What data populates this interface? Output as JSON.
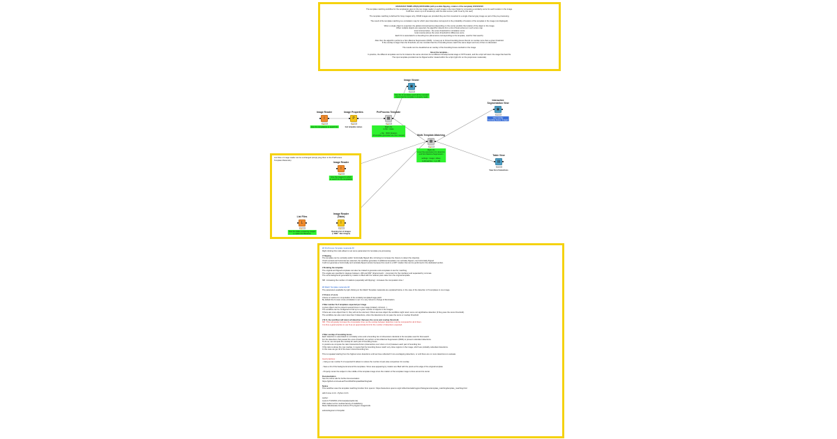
{
  "annotations": {
    "top": {
      "lines": [
        {
          "t": "########## TEMPLATE(S) MATCHING (with possible flipping, rotation of the template) ##########",
          "c": "hdr"
        },
        {
          "t": "The template matching workflow for the template(s) given in the top image reader or each image in the input folder by computing a similarity score for each location in the image."
        },
        {
          "t": "It will then return up to N location(s) with the best scores. (with N set by the user)"
        },
        {
          "t": ""
        },
        {
          "t": "The template matching is defined for Gray images only, if RGB images are provided they are first converted to a single channel gray image as part of the pre-processing."
        },
        {
          "t": ""
        },
        {
          "t": "The result of the template matching is a correlation map for which pixel intensities correspond to the probability of location of the template in the image (not displayed)."
        },
        {
          "t": ""
        },
        {
          "t": "When a single object is expected, the global minima/maxima (depending on the score) predicts the location of the object in the image."
        },
        {
          "t": "When multiple objects are expected, the algorithm detects from a list of local extrema in such score map"
        },
        {
          "t": "local minima below - the score threshold for correlation score"
        },
        {
          "t": "local maxima above the score threshold for difference score"
        },
        {
          "t": "Each hit is associated to a bounding box (dimensions corresponding to the template, used for that search)."
        },
        {
          "t": ""
        },
        {
          "t": "After that, the algorithm performs a Non-Maxima Suppression (NMS) : to keep up to N best bounding boxes that do no overlap more than a given threshold."
        },
        {
          "t": "If the overlap is larger than the threshold, we can consider that the 2 bounding boxes match the same object and one of them is discarded."
        },
        {
          "t": ""
        },
        {
          "t": "The results can be visualized as an overlay of the bounding boxes overlaid on the image."
        },
        {
          "t": ""
        },
        {
          "t": "About the template...",
          "c": "hdr"
        },
        {
          "t": "In practice, the different templates can be for instance the same structure but at different developmental stage or W/T/mutant, and the script will return the stage that best fits."
        },
        {
          "t": "The input template provided can be flipped and/or rotated within the script (right clic on the preprocess metanode)."
        }
      ]
    },
    "left": {
      "lines": [
        {
          "t": "List Files or Image reader can be exchanged (simply plug them to the      PreProcess"
        },
        {
          "t": "Template Metanode)"
        }
      ]
    },
    "bottom": {
      "lines": [
        {
          "t": "## PreProcess Template metanode ##",
          "c": "blue"
        },
        {
          "t": "Right clicking this node allows to set some parameters for template pre-processing"
        },
        {
          "t": ""
        },
        {
          "t": "# Flipping",
          "c": "hdr"
        },
        {
          "t": "The template can be vertically and/or horizontally flipped (the mirroring) to increase the chance to detect the object(s)."
        },
        {
          "t": "If both vertical and horizontal are selected, the workflow generates 3 additional templates one vertically flipped, one horizontally flipped"
        },
        {
          "t": "It will not generate a horizontally and vertically flipped version because this result in a 180° rotation that can be performed in the dedicated section."
        },
        {
          "t": ""
        },
        {
          "t": "# Rotating the template",
          "c": "hdr"
        },
        {
          "t": "The original and flipped templates can also be rotated to generate extra templates to test for matching."
        },
        {
          "t": "The angles are specified in degrees between -360 and 360° (trigonometric : conversion for the interface) and separated by commas."
        },
        {
          "t": "The extra background generated by rotation is filled with the nearest pixel value from the original template."
        },
        {
          "t": ""
        },
        {
          "t": "NB : increasing the number of rotations (especially with flipping) : increases the computation time !"
        },
        {
          "t": ""
        },
        {
          "t": ""
        },
        {
          "t": "## Match Template metanode ##",
          "c": "blue"
        },
        {
          "t": "The parameters available by right clicking on the Match Template metanode are explained below, in the case of the detection of N templates in one image."
        },
        {
          "t": ""
        },
        {
          "t": "# Choice of score",
          "c": "hdr"
        },
        {
          "t": "Choice of metrics for computation of the similarity template/image patch"
        },
        {
          "t": "By default the 0-mean cross-correlation is set. It is very robust to change of illumination."
        },
        {
          "t": ""
        },
        {
          "t": "# Max number N of templates expected per image",
          "c": "hdr"
        },
        {
          "t": "A given object can be present several times in one image (rotated, mirrored...)."
        },
        {
          "t": "The workflow can be configured to find up to a given number of objects in the images."
        },
        {
          "t": "If there are more object than N, they will not be returned, if there are less object the workflow might return some not significative detection (if they pass the score threshold)."
        },
        {
          "t": "The workflow can also return less than N detections, when the detections do not pass the score or overlap threshold."
        },
        {
          "t": ""
        },
        {
          "t": "# N=0, the workflow will return all detection that pass the score and overlap threshold.",
          "c": "hdr"
        },
        {
          "t": "NB : This will greatly increase the computation time, as the overlap between detection must be computed for all of them.",
          "c": "red"
        },
        {
          "t": "It is thus a good practice to use N as an approximate limit for the number of detections expected.",
          "c": "red"
        },
        {
          "t": ""
        },
        {
          "t": ""
        },
        {
          "t": ""
        },
        {
          "t": "# Max overlap of bounding boxes",
          "c": "hdr"
        },
        {
          "t": "Each detection is associated to a similarity score and a bounding box of dimensions identical to the template used for that search."
        },
        {
          "t": "For the detections that passed the score threshold, we perform a Non-Maxima Suppression (NMS) to prevent redundant detections."
        },
        {
          "t": "To do so, we compute the overlap for each pair of bounding boxes."
        },
        {
          "t": "In practice we compute the ratio Intersection/Union (intersection over Union or IoU) between each pair of bounding box."
        },
        {
          "t": "If this ratio is above the max overlap, it means that the bounding boxes match very close regions in the image, which are probably redundant detections."
        },
        {
          "t": "In this case we get rid of the lower scored bounding box."
        },
        {
          "t": ""
        },
        {
          "t": "This is repeated starting from the highest score detections until we have collected N non-overlapping detections, or until there are no more detections to evaluate."
        },
        {
          "t": ""
        },
        {
          "t": "Good practices :",
          "c": "red"
        },
        {
          "t": "- Using a max number N of expected hit allows to reduce the number of pair-wise comparison for overlap"
        },
        {
          "t": ""
        },
        {
          "t": "- Save a bit of the background around the templates. Since area appearing by rotation are filled with the pixels at the edge of the original template"
        },
        {
          "t": ""
        },
        {
          "t": "- Properly center the subject in the middle of the template image since the rotation of the template image is done around its center"
        },
        {
          "t": ""
        },
        {
          "t": "Documentation",
          "c": "hdr"
        },
        {
          "t": "See the online wiki for further documentation"
        },
        {
          "t": "https://github.com/LauLauThom/MultiTemplateMatching/wiki"
        },
        {
          "t": ""
        },
        {
          "t": "Notice",
          "c": "hdr"
        },
        {
          "t": "This workflow uses the template matching function from opencv: https://www.docs.opencv.org/2.4/doc/tutorials/imgproc/histograms/template_matching/template_matching.html"
        },
        {
          "t": ""
        },
        {
          "t": "with Knime 4.0.0 - Python 3.6.6"
        },
        {
          "t": ""
        },
        {
          "t": "Author:"
        },
        {
          "t": "Laurent THOMAS (l.thomas(at)acquifer.de)"
        },
        {
          "t": "PhD student at the medical faculty of Heidelberg"
        },
        {
          "t": "Marie Sklodowska-Curie Actions ITN program ImageInLife"
        },
        {
          "t": ""
        },
        {
          "t": "acknowlegment of Acquifer"
        }
      ]
    }
  },
  "nodes": [
    {
      "id": "image-reader",
      "title": "Image Reader",
      "glyph": "I",
      "color": "#f08a2c",
      "status_color": "#e6a200",
      "label": "Give the template(s) to search for",
      "label_style": "green"
    },
    {
      "id": "image-properties",
      "title": "Image Properties",
      "glyph": "P",
      "color": "#f5c518",
      "status_color": "#e6a200",
      "label": "Get template names",
      "label_style": "plain"
    },
    {
      "id": "preprocess-template",
      "title": "PreProcess Template",
      "glyph": "▦",
      "color": "#cfcfcf",
      "status_color": "#e6a200",
      "label": "Right clic\nto flip / rotate\n\n+ Flip : 8000 Rotation\nAll template generated are then merged",
      "label_style": "green"
    },
    {
      "id": "image-viewer",
      "title": "Image Viewer",
      "glyph": "▣",
      "color": "#4b9fc6",
      "status_color": "#aaaaaa",
      "label": "View list of templates (and will be rescaled\ncheck that the template is properly read)",
      "label_style": "green"
    },
    {
      "id": "multi-template-matching",
      "title": "Multi-Template-Matching",
      "glyph": "▦",
      "color": "#cfcfcf",
      "status_color": "#e6a200",
      "label": "Right clic\nto set the parameters for detection\nand Non-Maxima Suppression\n\nsettings : image / obkey\nmultimatches : 1 pc 9B",
      "label_style": "green"
    },
    {
      "id": "interactive-segmentation-view",
      "title": "Interactive\nSegmentation View",
      "glyph": "▣",
      "color": "#4b9fc6",
      "status_color": "#aaaaaa",
      "label": "View overlay\nbounding boxes / images",
      "label_style": "blue"
    },
    {
      "id": "table-view",
      "title": "Table View",
      "glyph": "▤",
      "color": "#4b9fc6",
      "status_color": "#aaaaaa",
      "label": "View list of detections",
      "label_style": "plain"
    },
    {
      "id": "image-reader-2",
      "title": "Image Reader",
      "glyph": "I",
      "color": "#f08a2c",
      "status_color": "#e6a200",
      "label": "Give the images for which\nto search for the template(s)",
      "label_style": "green"
    },
    {
      "id": "list-files",
      "title": "List Files",
      "glyph": "L",
      "color": "#f08a2c",
      "status_color": "#e6a200",
      "label": "Give the folder containing images\n(+ option for filename)",
      "label_style": "green"
    },
    {
      "id": "image-reader-table",
      "title": "Image Reader\n(Table)",
      "glyph": "I",
      "color": "#f5c518",
      "status_color": "#e6a200",
      "label": "Opening list of images\n(+ RBE : Ban images)",
      "label_style": "plain"
    }
  ],
  "colors": {
    "annotation_border": "#f5d20e",
    "node_label_green": "#2ef22e",
    "node_label_blue": "#3a6fd8",
    "wire": "#9a9a9a"
  }
}
